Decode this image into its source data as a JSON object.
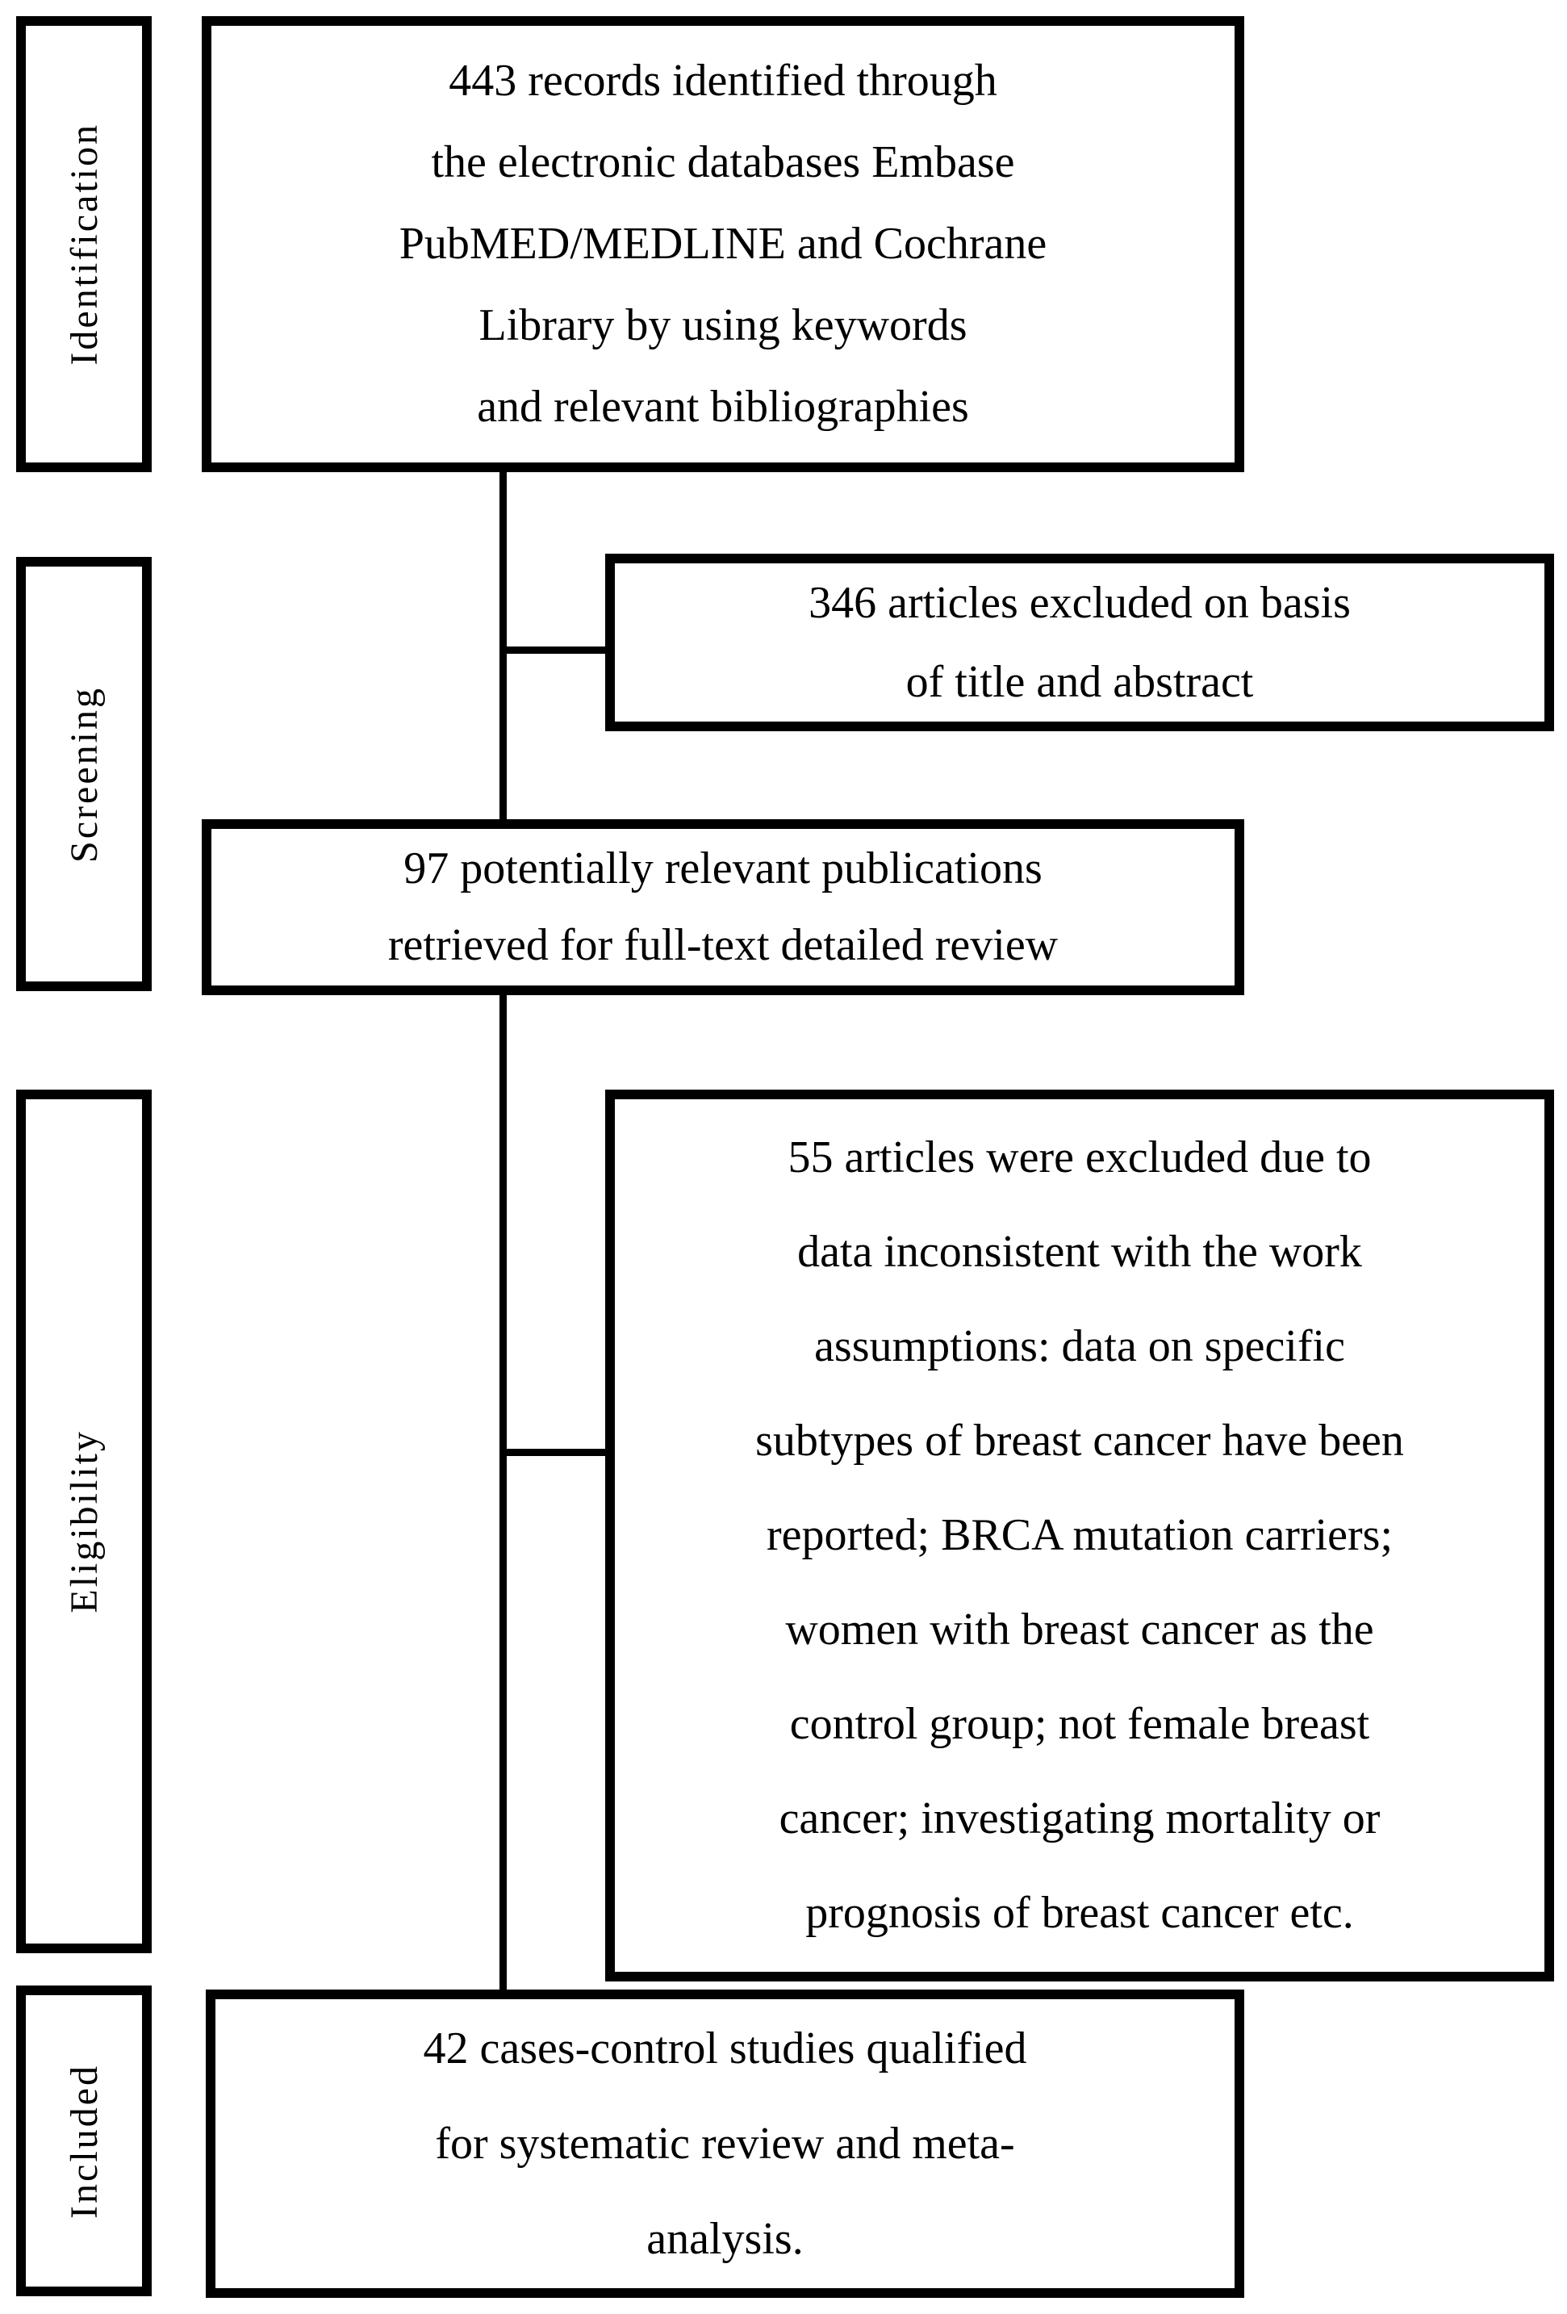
{
  "figure": {
    "background_color": "#ffffff",
    "line_color": "#000000",
    "stages": [
      {
        "id": "identification",
        "label": "Identification"
      },
      {
        "id": "screening",
        "label": "Screening"
      },
      {
        "id": "eligibility",
        "label": "Eligibility"
      },
      {
        "id": "included",
        "label": "Included"
      }
    ],
    "boxes": [
      {
        "id": "records-identified",
        "lines": [
          "443 records identified through",
          "the electronic databases Embase",
          "PubMED/MEDLINE and Cochrane",
          "Library by using keywords",
          "and relevant bibliographies"
        ]
      },
      {
        "id": "excluded-screening",
        "lines": [
          "346 articles excluded on basis",
          "of title and abstract"
        ]
      },
      {
        "id": "fulltext-retrieved",
        "lines": [
          "97 potentially relevant publications",
          "retrieved for full-text detailed review"
        ]
      },
      {
        "id": "excluded-eligibility",
        "lines": [
          "55 articles were excluded due to",
          "data inconsistent with the work",
          "assumptions: data on specific",
          "subtypes of breast cancer have been",
          "reported; BRCA mutation carriers;",
          "women with breast cancer as the",
          "control group; not female breast",
          "cancer; investigating mortality or",
          "prognosis of breast cancer etc."
        ]
      },
      {
        "id": "included-studies",
        "lines": [
          "42 cases-control studies qualified",
          "for systematic review and meta-",
          "analysis."
        ]
      }
    ]
  }
}
